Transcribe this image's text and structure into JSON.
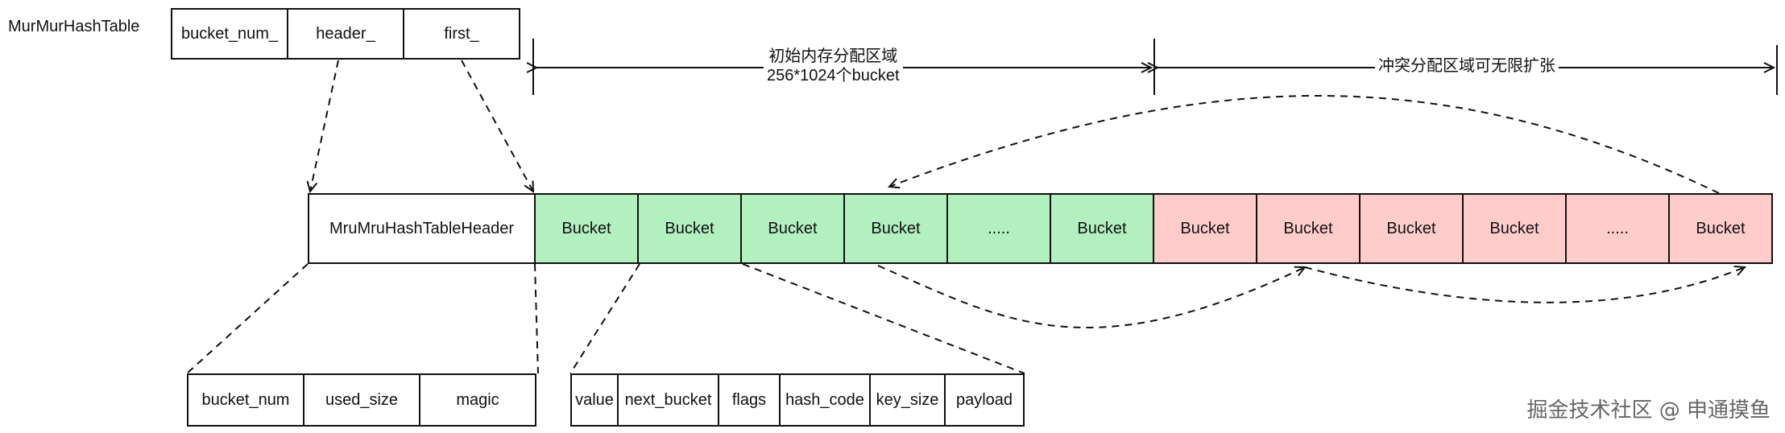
{
  "title": "MurMurHashTable",
  "table_fields": [
    "bucket_num_",
    "header_",
    "first_"
  ],
  "header_box": "MruMruHashTableHeader",
  "initial_buckets": [
    "Bucket",
    "Bucket",
    "Bucket",
    "Bucket",
    ".....",
    "Bucket"
  ],
  "conflict_buckets": [
    "Bucket",
    "Bucket",
    "Bucket",
    "Bucket",
    ".....",
    "Bucket"
  ],
  "header_fields": [
    "bucket_num",
    "used_size",
    "magic"
  ],
  "bucket_fields": [
    "value",
    "next_bucket",
    "flags",
    "hash_code",
    "key_size",
    "payload"
  ],
  "initial_region": {
    "line1": "初始内存分配区域",
    "line2": "256*1024个bucket"
  },
  "conflict_region": "冲突分配区域可无限扩张",
  "watermark": "掘金技术社区 @ 申通摸鱼",
  "colors": {
    "initial": "#b3f0c0",
    "conflict": "#ffcccc"
  }
}
